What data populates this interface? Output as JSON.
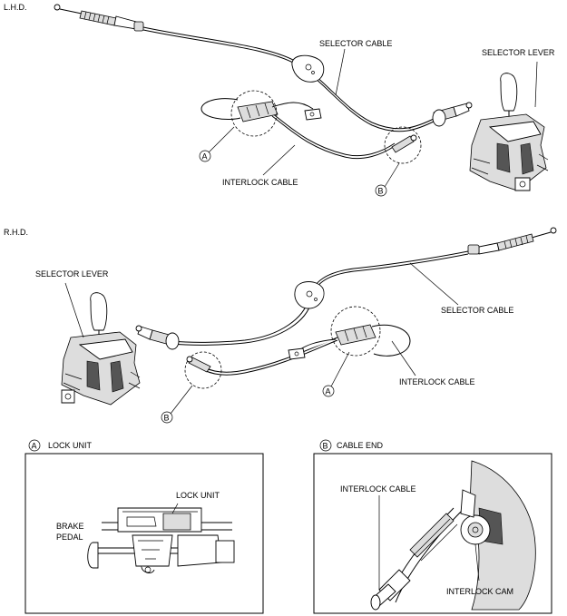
{
  "lhd": {
    "region_label": "L.H.D.",
    "selector_cable": "SELECTOR CABLE",
    "selector_lever": "SELECTOR LEVER",
    "interlock_cable": "INTERLOCK CABLE",
    "callout_a": "A",
    "callout_b": "B"
  },
  "rhd": {
    "region_label": "R.H.D.",
    "selector_lever": "SELECTOR LEVER",
    "selector_cable": "SELECTOR CABLE",
    "interlock_cable": "INTERLOCK CABLE",
    "callout_a": "A",
    "callout_b": "B"
  },
  "detail_a": {
    "marker": "A",
    "title": "LOCK UNIT",
    "lock_unit": "LOCK UNIT",
    "brake_line1": "BRAKE",
    "brake_line2": "PEDAL"
  },
  "detail_b": {
    "marker": "B",
    "title": "CABLE END",
    "interlock_cable": "INTERLOCK CABLE",
    "interlock_cam": "INTERLOCK CAM"
  }
}
